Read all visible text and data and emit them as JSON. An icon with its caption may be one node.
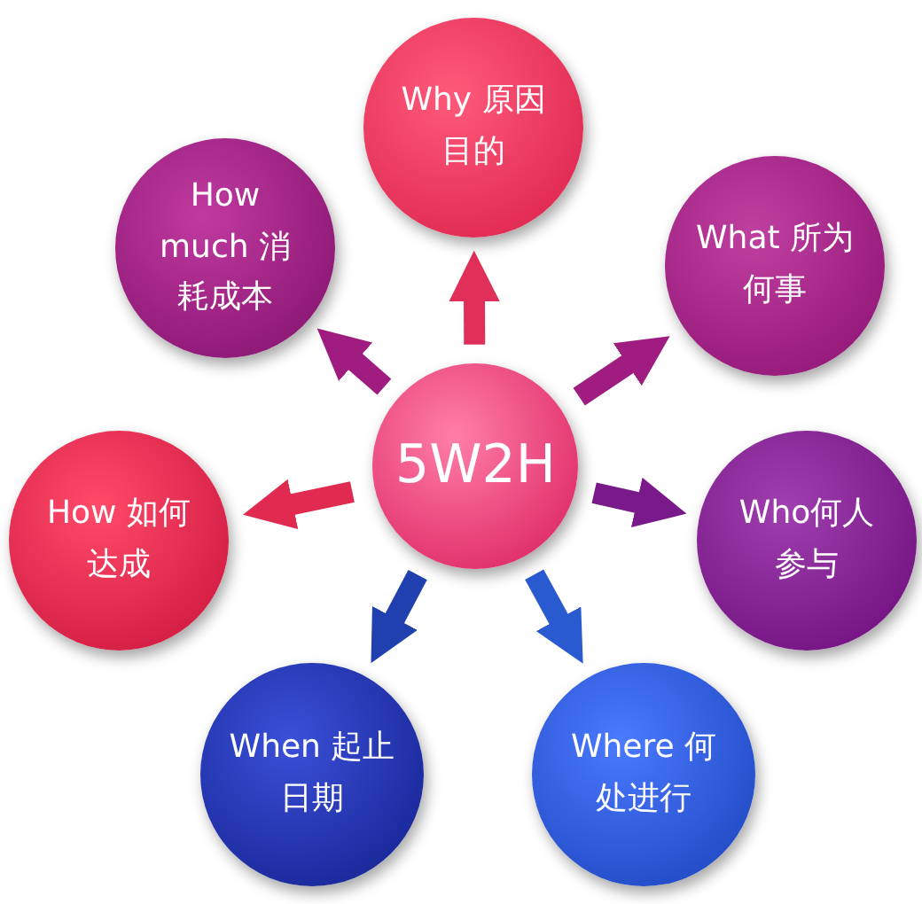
{
  "diagram": {
    "nodes": [
      {
        "text": [
          "5W2H"
        ]
      },
      {
        "text": [
          "Why 原因目的"
        ]
      },
      {
        "text": [
          "What 所为何事"
        ]
      },
      {
        "text": [
          "Who何人参与"
        ]
      },
      {
        "text": [
          "Where 何处进行"
        ]
      },
      {
        "text": [
          "When 起止日期"
        ]
      },
      {
        "text": [
          "How 如何达成"
        ]
      },
      {
        "text": [
          "How much 消耗成本"
        ]
      }
    ],
    "edges": [
      {
        "from": 0,
        "to": 1,
        "arrow": "to",
        "color": "#e0305a"
      },
      {
        "from": 0,
        "to": 2,
        "arrow": "to",
        "color": "#a01c80"
      },
      {
        "from": 0,
        "to": 3,
        "arrow": "to",
        "color": "#7a1a8a"
      },
      {
        "from": 0,
        "to": 4,
        "arrow": "to",
        "color": "#2a5ad0"
      },
      {
        "from": 0,
        "to": 5,
        "arrow": "to",
        "color": "#2040b0"
      },
      {
        "from": 0,
        "to": 6,
        "arrow": "to",
        "color": "#e02a50"
      },
      {
        "from": 0,
        "to": 7,
        "arrow": "to",
        "color": "#a01c80"
      }
    ]
  }
}
